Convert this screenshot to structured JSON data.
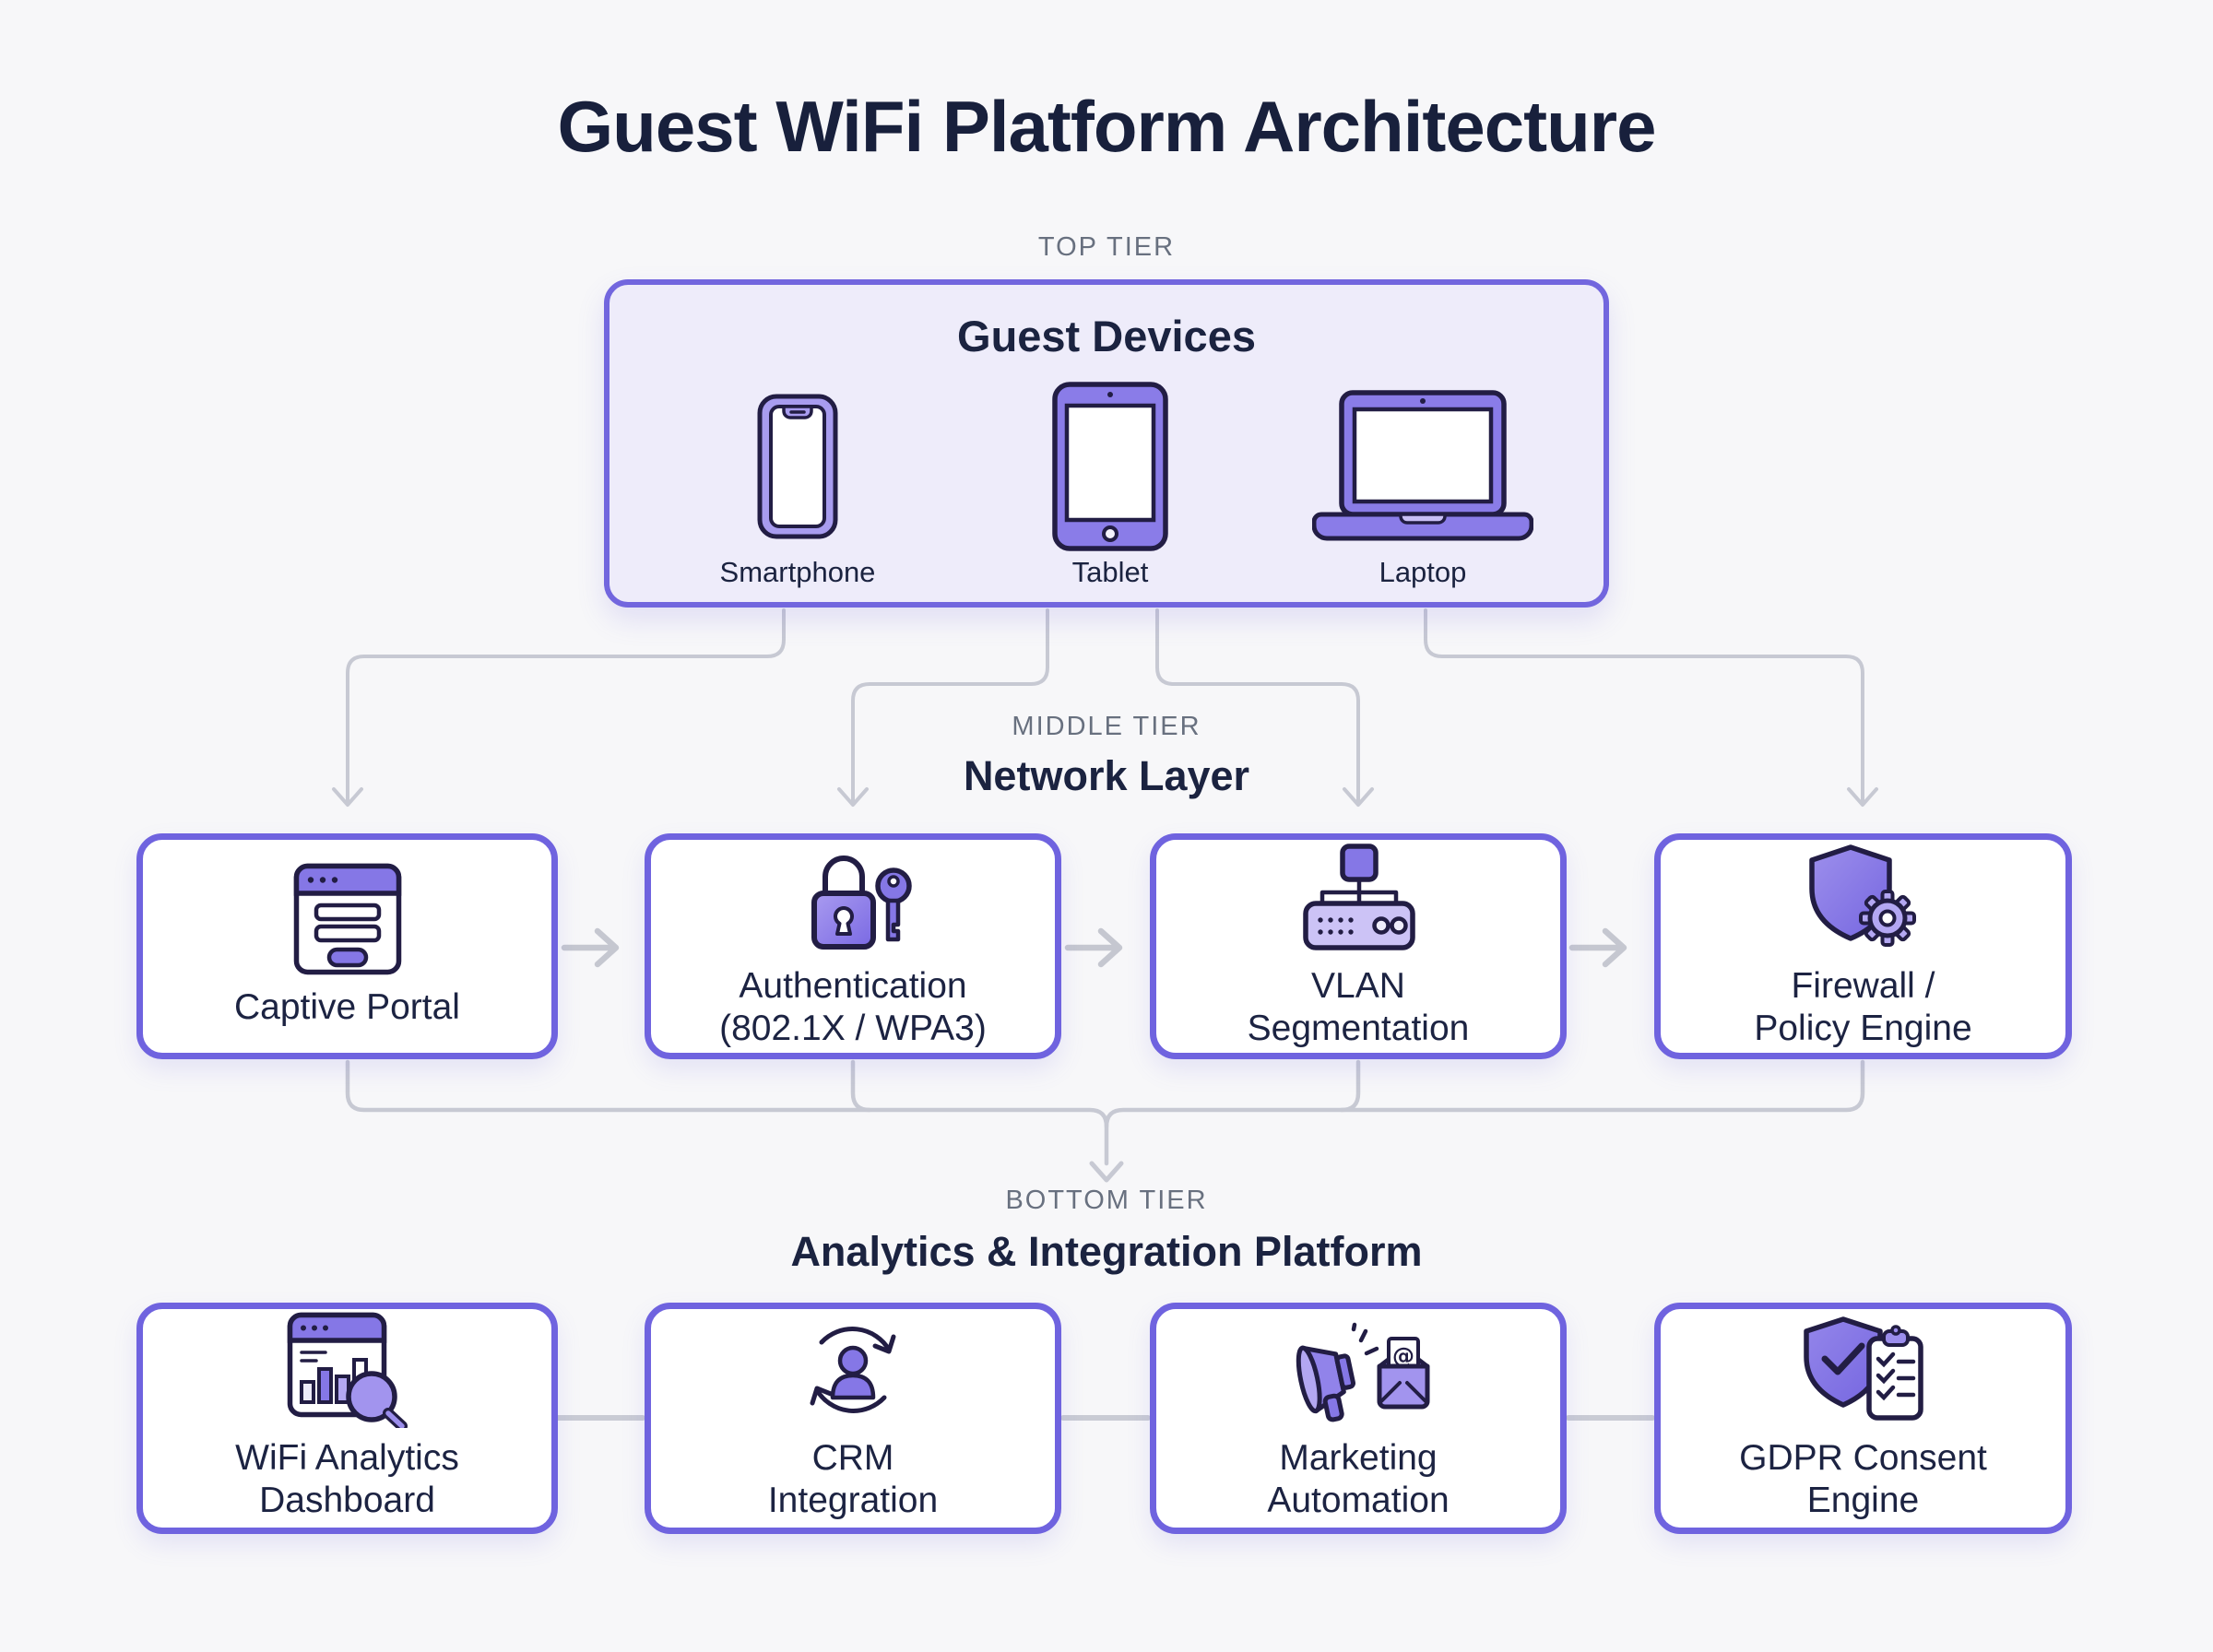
{
  "page": {
    "title": "Guest WiFi Platform Architecture"
  },
  "tiers": {
    "top": {
      "tier_label": "TOP TIER",
      "heading": "Guest Devices",
      "devices": [
        {
          "label": "Smartphone",
          "icon": "smartphone-icon"
        },
        {
          "label": "Tablet",
          "icon": "tablet-icon"
        },
        {
          "label": "Laptop",
          "icon": "laptop-icon"
        }
      ]
    },
    "middle": {
      "tier_label": "MIDDLE TIER",
      "heading": "Network Layer",
      "nodes": [
        {
          "label": "Captive Portal",
          "icon": "captive-portal-icon"
        },
        {
          "label": "Authentication\n(802.1X / WPA3)",
          "icon": "lock-and-key-icon"
        },
        {
          "label": "VLAN\nSegmentation",
          "icon": "network-switch-icon"
        },
        {
          "label": "Firewall /\nPolicy Engine",
          "icon": "shield-gear-icon"
        }
      ]
    },
    "bottom": {
      "tier_label": "BOTTOM TIER",
      "heading": "Analytics & Integration Platform",
      "nodes": [
        {
          "label": "WiFi Analytics\nDashboard",
          "icon": "analytics-search-icon"
        },
        {
          "label": "CRM\nIntegration",
          "icon": "user-sync-icon"
        },
        {
          "label": "Marketing\nAutomation",
          "icon": "megaphone-mail-icon"
        },
        {
          "label": "GDPR Consent\nEngine",
          "icon": "shield-checklist-icon"
        }
      ]
    }
  },
  "colors": {
    "accent_purple": "#7266DE",
    "icon_purple": "#8577E6",
    "icon_purple_light": "#A89CEF",
    "navy_text": "#1C2342",
    "tier_label_gray": "#68707F",
    "connector_gray": "#C7C9D3",
    "page_background": "#F7F7F9",
    "top_box_fill": "#EEECFA",
    "node_fill": "#FFFFFF"
  }
}
